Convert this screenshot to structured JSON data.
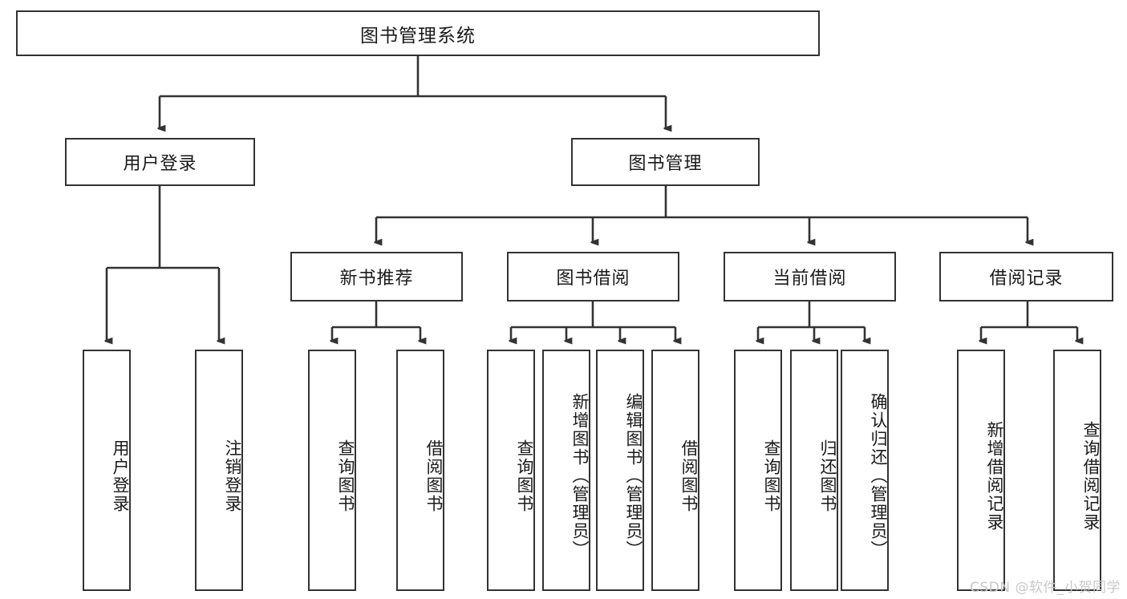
{
  "diagram": {
    "title": "图书管理系统",
    "watermark": "CSDN @软件_小贺同学",
    "colors": {
      "stroke": "#333333",
      "background": "#ffffff",
      "text": "#1a1a1a",
      "watermark": "#c9c9c9"
    },
    "root": {
      "label": "图书管理系统"
    },
    "level1": [
      {
        "label": "用户登录"
      },
      {
        "label": "图书管理"
      }
    ],
    "level2": [
      {
        "label": "新书推荐"
      },
      {
        "label": "图书借阅"
      },
      {
        "label": "当前借阅"
      },
      {
        "label": "借阅记录"
      }
    ],
    "leaves": {
      "user_login": [
        {
          "label": "用户登录"
        },
        {
          "label": "注销登录"
        }
      ],
      "new_book_recommend": [
        {
          "label": "查询图书"
        },
        {
          "label": "借阅图书"
        }
      ],
      "book_borrow": [
        {
          "label": "查询图书"
        },
        {
          "label": "新增图书（管理员）"
        },
        {
          "label": "编辑图书（管理员）"
        },
        {
          "label": "借阅图书"
        }
      ],
      "current_borrow": [
        {
          "label": "查询图书"
        },
        {
          "label": "归还图书"
        },
        {
          "label": "确认归还（管理员）"
        }
      ],
      "borrow_record": [
        {
          "label": "新增借阅记录"
        },
        {
          "label": "查询借阅记录"
        }
      ]
    }
  }
}
